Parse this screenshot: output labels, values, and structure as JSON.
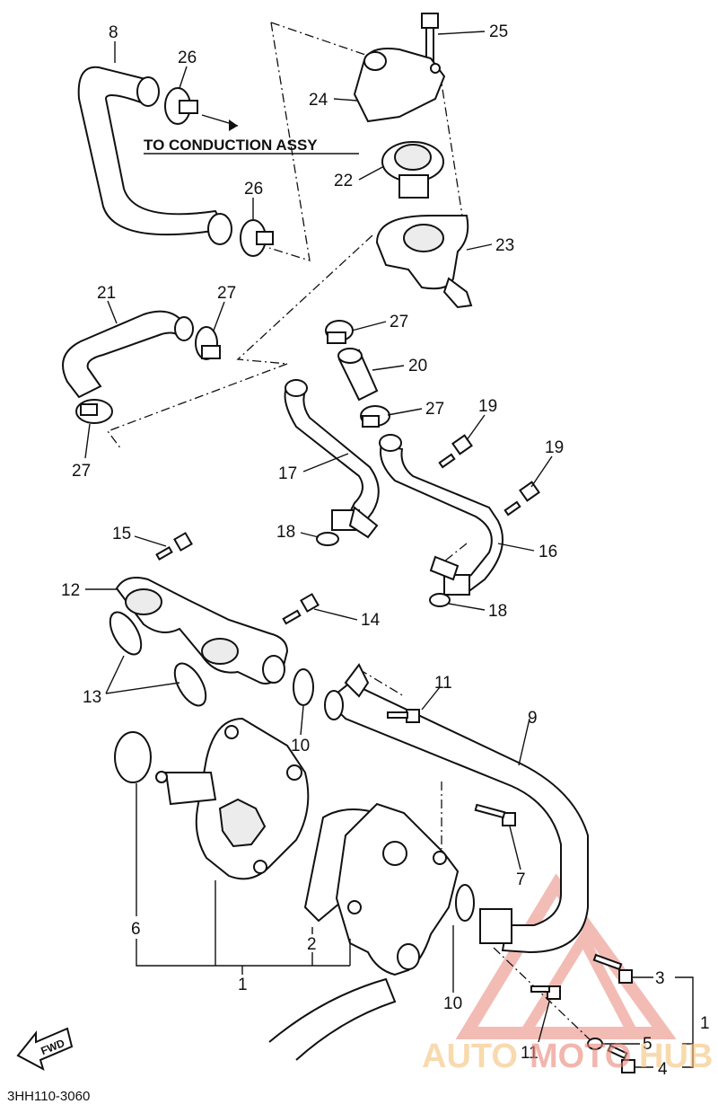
{
  "caption": "TO CONDUCTION ASSY",
  "diagram_code": "3HH110-3060",
  "fwd_label": "FWD",
  "watermark": {
    "part1": "AUTO",
    "part2": "MOTO",
    "part3": "HUB"
  },
  "callouts": {
    "c1a": "1",
    "c1b": "1",
    "c2": "2",
    "c3": "3",
    "c4": "4",
    "c5": "5",
    "c6": "6",
    "c7": "7",
    "c8": "8",
    "c9": "9",
    "c10a": "10",
    "c10b": "10",
    "c11a": "11",
    "c11b": "11",
    "c12": "12",
    "c13": "13",
    "c14": "14",
    "c15": "15",
    "c16": "16",
    "c17": "17",
    "c18a": "18",
    "c18b": "18",
    "c19a": "19",
    "c19b": "19",
    "c20": "20",
    "c21": "21",
    "c22": "22",
    "c23": "23",
    "c24": "24",
    "c25": "25",
    "c26a": "26",
    "c26b": "26",
    "c27a": "27",
    "c27b": "27",
    "c27c": "27",
    "c27d": "27"
  },
  "colors": {
    "watermark_red": "#e8867a",
    "watermark_orange": "#f5c27a"
  }
}
